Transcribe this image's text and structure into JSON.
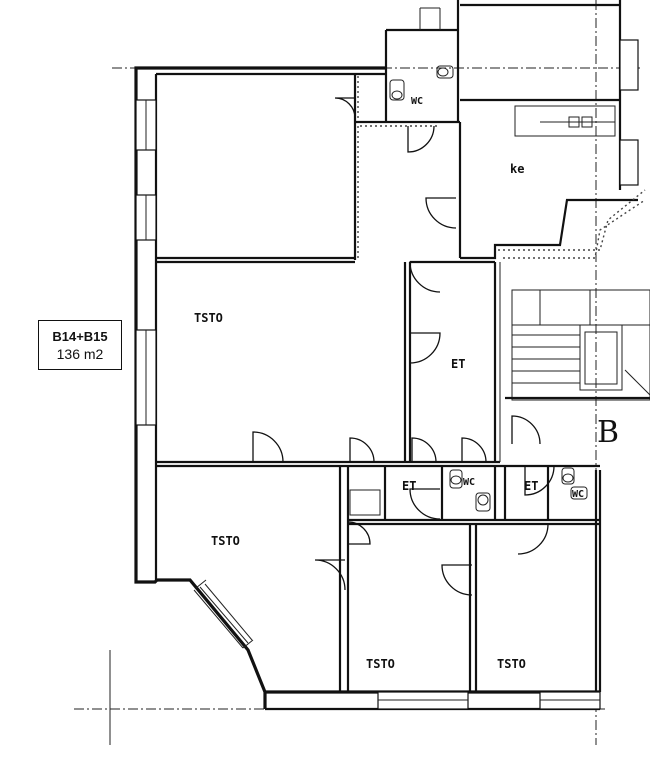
{
  "apartment": {
    "id": "B14+B15",
    "area": "136 m2"
  },
  "rooms": {
    "tsto_1": "TSTO",
    "tsto_2": "TSTO",
    "tsto_3": "TSTO",
    "tsto_4": "TSTO",
    "et_1": "ET",
    "et_2": "ET",
    "et_3": "ET",
    "wc_1": "WC",
    "wc_2": "WC",
    "wc_3": "WC",
    "ke": "ke"
  },
  "staircase_label": "B"
}
